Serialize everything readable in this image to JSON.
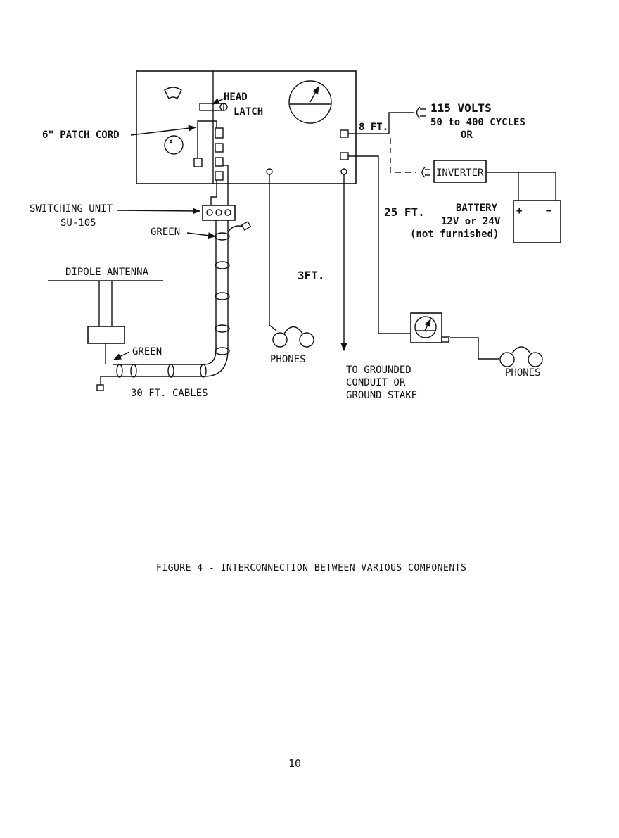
{
  "labels": {
    "head_latch_1": "HEAD",
    "head_latch_2": "LATCH",
    "patch_cord": "6\" PATCH CORD",
    "power_1": "115 VOLTS",
    "power_2": "50 to 400 CYCLES",
    "power_3": "OR",
    "power_cable": "8 FT.",
    "inverter": "INVERTER",
    "battery_1": "BATTERY",
    "battery_2": "12V or 24V",
    "battery_3": "(not furnished)",
    "battery_plus": "+",
    "battery_minus": "−",
    "cable_25": "25 FT.",
    "switching_1": "SWITCHING UNIT",
    "switching_2": "SU-105",
    "green_top": "GREEN",
    "green_bottom": "GREEN",
    "dipole": "DIPOLE ANTENNA",
    "cable_3": "3FT.",
    "phones_left": "PHONES",
    "phones_right": "PHONES",
    "ground_1": "TO GROUNDED",
    "ground_2": "CONDUIT OR",
    "ground_3": "GROUND STAKE",
    "cables_30": "30 FT. CABLES"
  },
  "caption": "FIGURE 4 - INTERCONNECTION BETWEEN VARIOUS COMPONENTS",
  "page_number": "10"
}
